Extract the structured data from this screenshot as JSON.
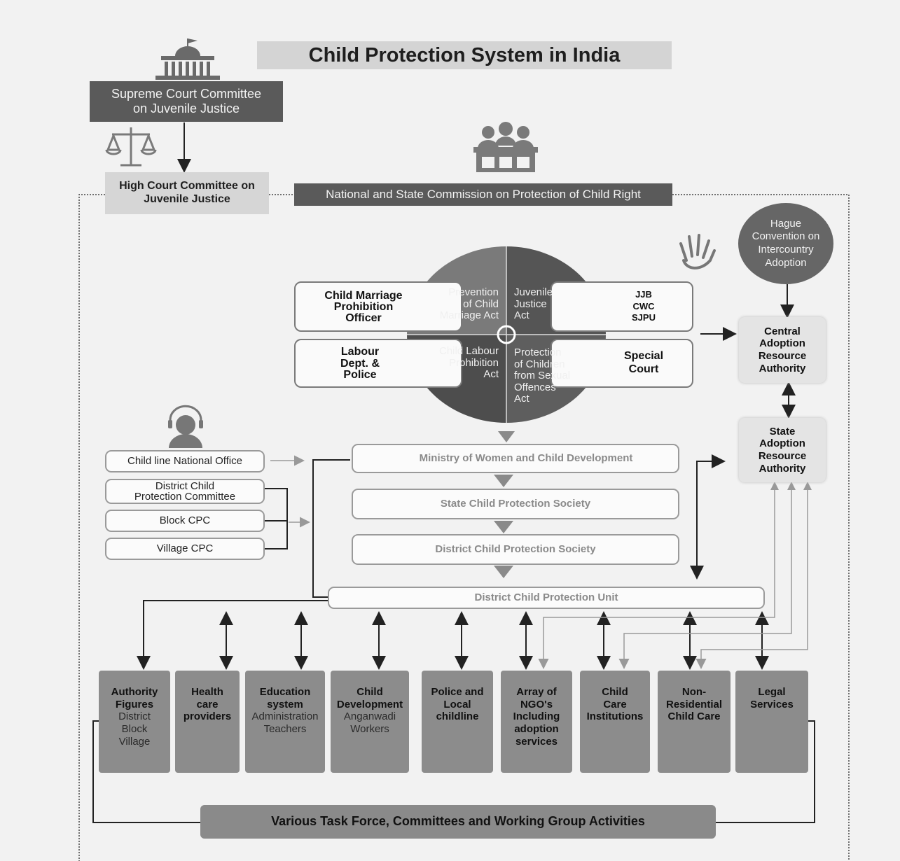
{
  "title": "Child Protection System in India",
  "supreme_court": {
    "line1": "Supreme Court Committee",
    "line2": "on Juvenile Justice"
  },
  "high_court": {
    "line1": "High Court Committee on",
    "line2": "Juvenile Justice"
  },
  "national_commission": "National and State Commission on Protection of Child Right",
  "hague": {
    "line1": "Hague",
    "line2": "Convention on",
    "line3": "Intercountry",
    "line4": "Adoption"
  },
  "left_boxes": {
    "child_marriage_officer": {
      "line1": "Child Marriage",
      "line2": "Prohibition",
      "line3": "Officer"
    },
    "labour_dept": {
      "line1": "Labour",
      "line2": "Dept. &",
      "line3": "Police"
    }
  },
  "right_boxes": {
    "jjb": "JJB",
    "cwc": "CWC",
    "sjpu": "SJPU",
    "special_court": {
      "line1": "Special",
      "line2": "Court"
    }
  },
  "circle": {
    "q1": {
      "line1": "Prevention",
      "line2": "of Child",
      "line3": "Marriage Act"
    },
    "q2": {
      "line1": "Juvenile",
      "line2": "Justice",
      "line3": "Act"
    },
    "q3": {
      "line1": "Child Labour",
      "line2": "Prohibition",
      "line3": "Act"
    },
    "q4": {
      "line1": "Protection",
      "line2": "of Children",
      "line3": "from Sexual",
      "line4": "Offences",
      "line5": "Act"
    }
  },
  "central_adoption": {
    "line1": "Central",
    "line2": "Adoption",
    "line3": "Resource",
    "line4": "Authority"
  },
  "state_adoption": {
    "line1": "State",
    "line2": "Adoption",
    "line3": "Resource",
    "line4": "Authority"
  },
  "left_list": {
    "childline": "Child line National Office",
    "dcpc": {
      "line1": "District Child",
      "line2": "Protection Committee"
    },
    "block_cpc": "Block CPC",
    "village_cpc": "Village CPC"
  },
  "chain": {
    "ministry": "Ministry of Women and Child Development",
    "scps": "State Child Protection Society",
    "dcps": "District Child Protection Society",
    "dcpu": "District Child Protection Unit"
  },
  "bottom_boxes": [
    {
      "title": [
        "Authority",
        "Figures"
      ],
      "sub": [
        "District",
        "Block",
        "Village"
      ]
    },
    {
      "title": [
        "Health",
        "care",
        "providers"
      ],
      "sub": []
    },
    {
      "title": [
        "Education",
        "system"
      ],
      "sub": [
        "Administration",
        "Teachers"
      ]
    },
    {
      "title": [
        "Child",
        "Development"
      ],
      "sub": [
        "Anganwadi",
        "Workers"
      ]
    },
    {
      "title": [
        "Police and",
        "Local",
        "childline"
      ],
      "sub": []
    },
    {
      "title": [
        "Array of",
        "NGO's",
        "Including",
        "adoption",
        "services"
      ],
      "sub": []
    },
    {
      "title": [
        "Child",
        "Care",
        "Institutions"
      ],
      "sub": []
    },
    {
      "title": [
        "Non-",
        "Residential",
        "Child Care"
      ],
      "sub": []
    },
    {
      "title": [
        "Legal",
        "Services"
      ],
      "sub": []
    }
  ],
  "task_force": "Various Task Force, Committees and Working Group Activities",
  "icons": [
    "court-building-icon",
    "scales-of-justice-icon",
    "commission-panel-icon",
    "hand-icon",
    "caller-person-icon",
    "ministry-building-icon",
    "care-hands-icon"
  ],
  "colors": {
    "dark_box": "#5a5a5a",
    "light_box": "#d6d6d6",
    "circle_left": "#7a7a7a",
    "circle_right": "#555555",
    "bottom_box": "#8c8c8c"
  }
}
